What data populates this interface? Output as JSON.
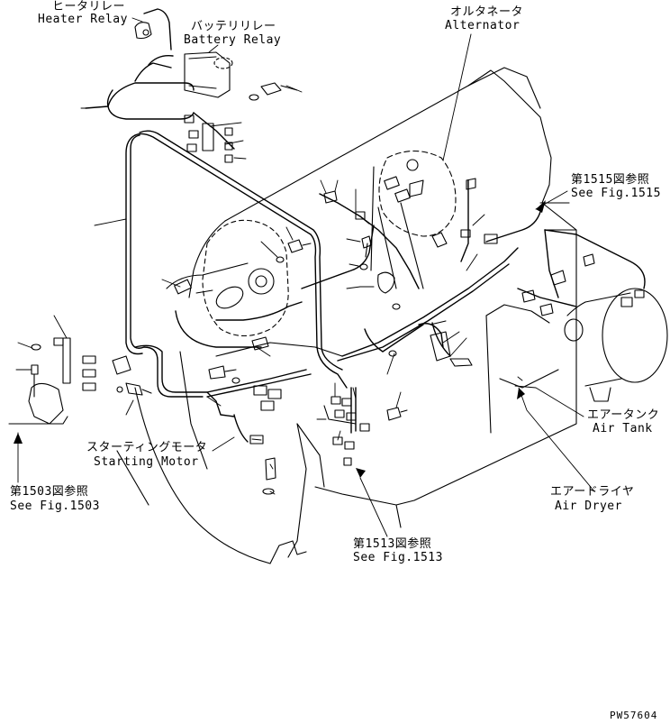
{
  "labels": {
    "heater_relay": {
      "jp": "ヒータリレー",
      "en": "Heater Relay"
    },
    "battery_relay": {
      "jp": "バッテリリレー",
      "en": "Battery Relay"
    },
    "alternator": {
      "jp": "オルタネータ",
      "en": "Alternator"
    },
    "fig_1515": {
      "jp": "第1515図参照",
      "en": "See Fig.1515"
    },
    "air_tank": {
      "jp": "エアータンク",
      "en": "Air Tank"
    },
    "air_dryer": {
      "jp": "エアードライヤ",
      "en": "Air Dryer"
    },
    "starting_motor": {
      "jp": "スターティングモータ",
      "en": "Starting Motor"
    },
    "fig_1503": {
      "jp": "第1503図参照",
      "en": "See Fig.1503"
    },
    "fig_1513": {
      "jp": "第1513図参照",
      "en": "See Fig.1513"
    },
    "drawing_number": "PW57604"
  },
  "colors": {
    "line": "#000000",
    "background": "#ffffff"
  }
}
